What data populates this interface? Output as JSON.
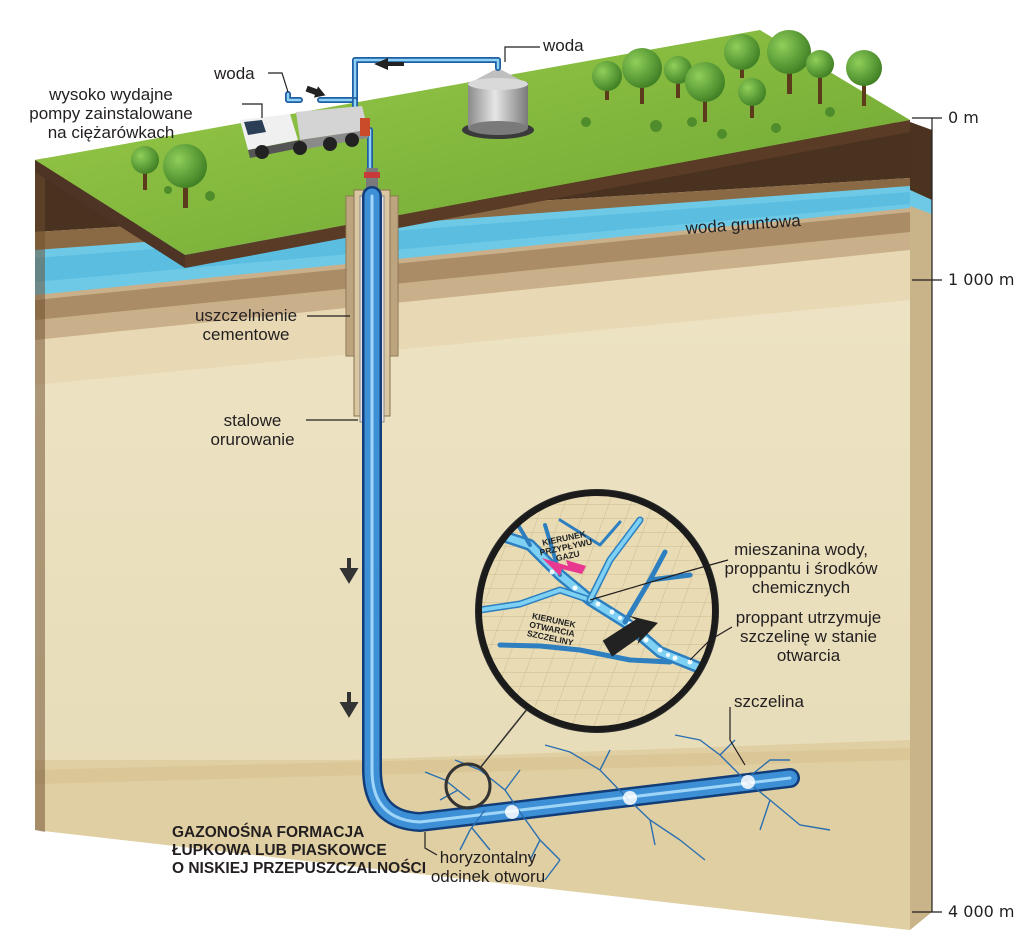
{
  "labels": {
    "pumps_line1": "wysoko wydajne",
    "pumps_line2": "pompy zainstalowane",
    "pumps_line3": "na ciężarówkach",
    "water_truck": "woda",
    "water_tank": "woda",
    "groundwater": "woda gruntowa",
    "cement_line1": "uszczelnienie",
    "cement_line2": "cementowe",
    "steel_line1": "stalowe",
    "steel_line2": "orurowanie",
    "mix_line1": "mieszanina wody,",
    "mix_line2": "proppantu i środków",
    "mix_line3": "chemicznych",
    "proppant_line1": "proppant utrzymuje",
    "proppant_line2": "szczelinę w stanie",
    "proppant_line3": "otwarcia",
    "fracture": "szczelina",
    "horizontal_line1": "horyzontalny",
    "horizontal_line2": "odcinek otworu",
    "formation_line1": "GAZONOŚNA FORMACJA",
    "formation_line2": "ŁUPKOWA LUB PIASKOWCE",
    "formation_line3": "O NISKIEJ PRZEPUSZCZALNOŚCI",
    "gas_dir_line1": "KIERUNEK",
    "gas_dir_line2": "PRZYPŁYWU",
    "gas_dir_line3": "GAZU",
    "open_dir_line1": "KIERUNEK",
    "open_dir_line2": "OTWARCIA",
    "open_dir_line3": "SZCZELINY"
  },
  "depth_scale": [
    {
      "label": "0 m"
    },
    {
      "label": "1 000 m"
    },
    {
      "label": "4 000 m"
    }
  ],
  "colors": {
    "grass": "#7cb43c",
    "topsoil": "#5a3a22",
    "soil": "#a98a62",
    "groundwater": "#6ec9e6",
    "rock": "#ece3c3",
    "shale": "#e2d3a8",
    "pipe": "#3d8fd6",
    "gas_arrow": "#e8388f",
    "open_arrow": "#222222"
  },
  "icons": [
    "truck-icon",
    "water-tank-icon",
    "tree-icon",
    "flow-arrow-icon",
    "magnifier-circle"
  ]
}
